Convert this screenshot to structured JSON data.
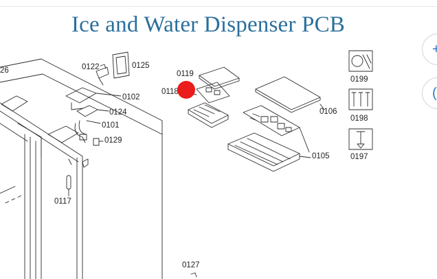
{
  "page": {
    "title": "Ice and Water Dispenser PCB"
  },
  "parts": {
    "p26": "26",
    "p0122": "0122",
    "p0125": "0125",
    "p0102": "0102",
    "p0124": "0124",
    "p0101": "0101",
    "p0129": "0129",
    "p0117": "0117",
    "p0119": "0119",
    "p0118": "0118",
    "p0106": "0106",
    "p0105": "0105",
    "p0199": "0199",
    "p0198": "0198",
    "p0197": "0197",
    "p0127": "0127"
  },
  "side_buttons": {
    "first_icon": "+",
    "second_icon": "("
  },
  "hotspot": {
    "color": "#ea1c1c",
    "selected_part": "0118"
  },
  "colors": {
    "title": "#2a6f9c",
    "accent": "#2f78c4",
    "line": "#2b2b2b"
  }
}
